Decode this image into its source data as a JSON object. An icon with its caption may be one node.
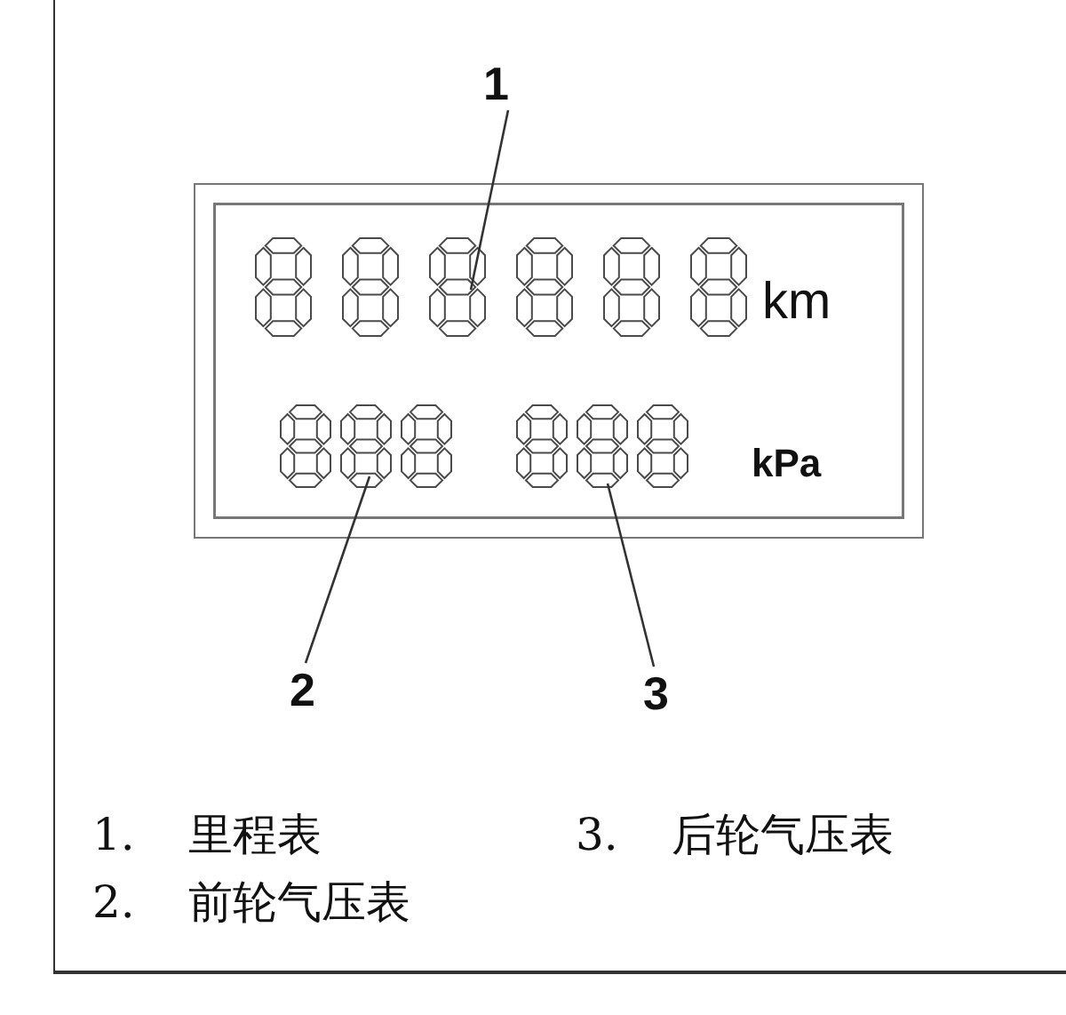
{
  "diagram": {
    "nodes": [
      {
        "text": [
          "1"
        ]
      },
      {
        "text": [
          "km",
          "kPa"
        ]
      },
      {
        "text": [],
        "shape": "picture",
        "in": 1
      },
      {
        "text": [],
        "shape": "picture",
        "in": 1
      },
      {
        "text": [],
        "shape": "picture",
        "in": 1
      },
      {
        "text": [
          "2"
        ]
      },
      {
        "text": [
          "3"
        ]
      }
    ],
    "edges": [
      {
        "from": 0,
        "to": 2,
        "arrow": "none"
      },
      {
        "from": 5,
        "to": 3,
        "arrow": "none"
      },
      {
        "from": 6,
        "to": 4,
        "arrow": "none"
      }
    ],
    "labels": [
      "1. 里程表",
      "3. 后轮气压表",
      "2. 前轮气压表"
    ]
  }
}
